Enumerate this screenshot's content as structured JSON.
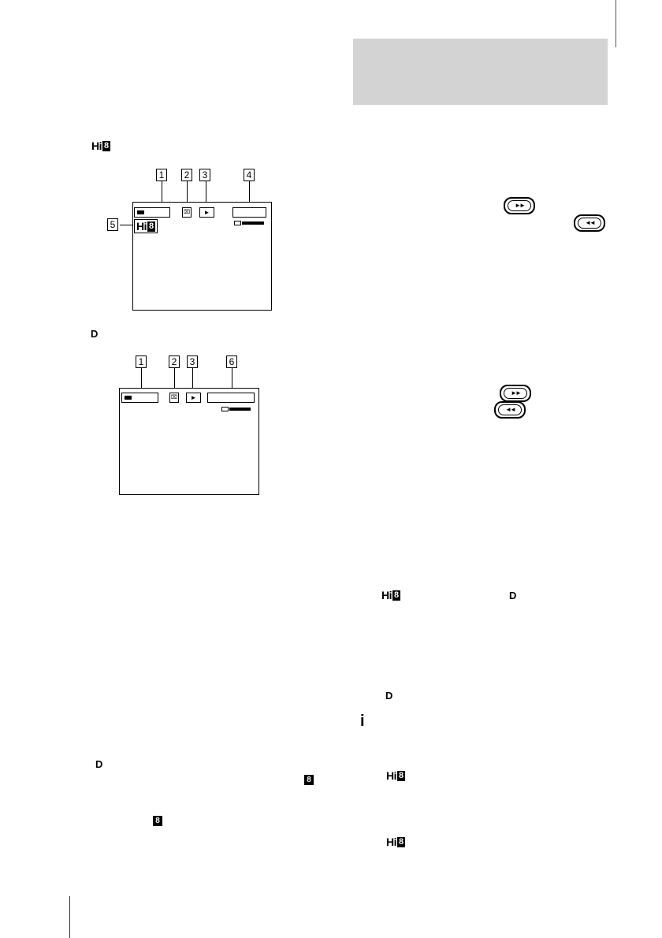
{
  "format_icons": {
    "hi8_prefix": "Hi",
    "eight": "8",
    "digital8": "D",
    "info": "i"
  },
  "diagram_hi8": {
    "callouts": [
      "1",
      "2",
      "3",
      "4",
      "5"
    ]
  },
  "diagram_digital8": {
    "callouts": [
      "1",
      "2",
      "3",
      "6"
    ]
  },
  "indicators": {
    "play_symbol": "►",
    "tape_symbol": "⌧",
    "ff_symbol": "►►",
    "rew_symbol": "◄◄"
  }
}
